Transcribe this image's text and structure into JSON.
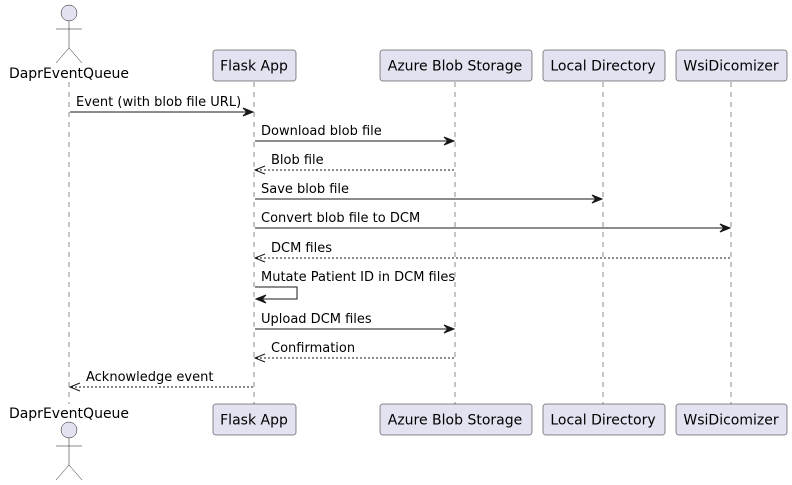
{
  "participants": [
    {
      "id": "queue",
      "label": "DaprEventQueue",
      "type": "actor"
    },
    {
      "id": "flask",
      "label": "Flask App",
      "type": "participant"
    },
    {
      "id": "blob",
      "label": "Azure Blob Storage",
      "type": "participant"
    },
    {
      "id": "local",
      "label": "Local Directory",
      "type": "participant"
    },
    {
      "id": "wsi",
      "label": "WsiDicomizer",
      "type": "participant"
    }
  ],
  "messages": [
    {
      "from": "queue",
      "to": "flask",
      "label": "Event (with blob file URL)",
      "style": "solid"
    },
    {
      "from": "flask",
      "to": "blob",
      "label": "Download blob file",
      "style": "solid"
    },
    {
      "from": "blob",
      "to": "flask",
      "label": "Blob file",
      "style": "dashed"
    },
    {
      "from": "flask",
      "to": "local",
      "label": "Save blob file",
      "style": "solid"
    },
    {
      "from": "flask",
      "to": "wsi",
      "label": "Convert blob file to DCM",
      "style": "solid"
    },
    {
      "from": "wsi",
      "to": "flask",
      "label": "DCM files",
      "style": "dashed"
    },
    {
      "from": "flask",
      "to": "flask",
      "label": "Mutate Patient ID in DCM files",
      "style": "solid"
    },
    {
      "from": "flask",
      "to": "blob",
      "label": "Upload DCM files",
      "style": "solid"
    },
    {
      "from": "blob",
      "to": "flask",
      "label": "Confirmation",
      "style": "dashed"
    },
    {
      "from": "flask",
      "to": "queue",
      "label": "Acknowledge event",
      "style": "dashed"
    }
  ],
  "colors": {
    "participant_fill": "#E2E2F0",
    "line": "#181818",
    "text": "#000000"
  }
}
